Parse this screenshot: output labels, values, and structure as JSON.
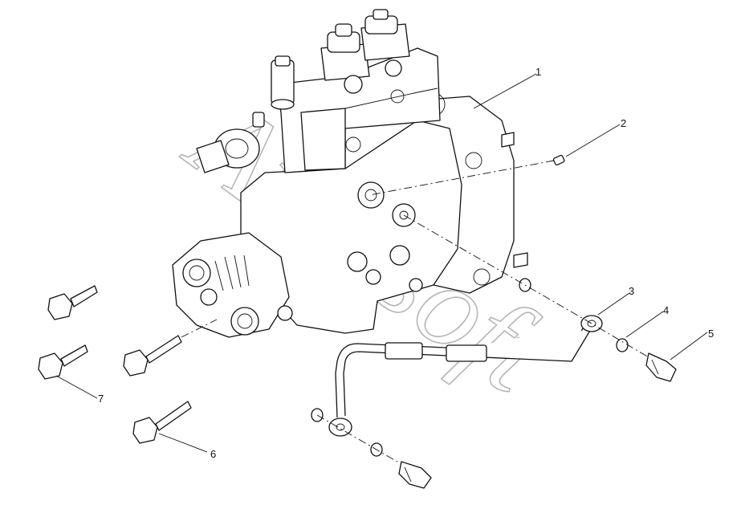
{
  "watermark": "Autosoft",
  "callouts": {
    "c1": "1",
    "c2": "2",
    "c3": "3",
    "c4": "4",
    "c5": "5",
    "c6": "6",
    "c7": "7"
  }
}
